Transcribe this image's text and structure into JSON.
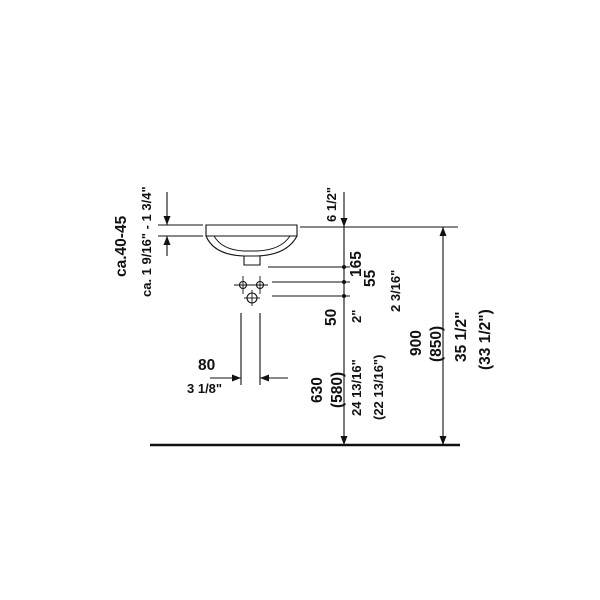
{
  "labels": {
    "ca_range": "ca.40-45",
    "ca_range_in": "ca. 1 9/16\" - 1 3/4\"",
    "top_in": "6 1/2\"",
    "d165": "165",
    "d55": "55",
    "d55_in": "2 3/16\"",
    "d50": "50",
    "d50_in": "2\"",
    "d80": "80",
    "d80_in": "3 1/8\"",
    "d630": "630",
    "d580": "(580)",
    "d630_in": "24 13/16\"",
    "d580_in": "(22 13/16\")",
    "d900": "900",
    "d850": "(850)",
    "d900_in": "35 1/2\"",
    "d850_in": "(33 1/2\")"
  }
}
